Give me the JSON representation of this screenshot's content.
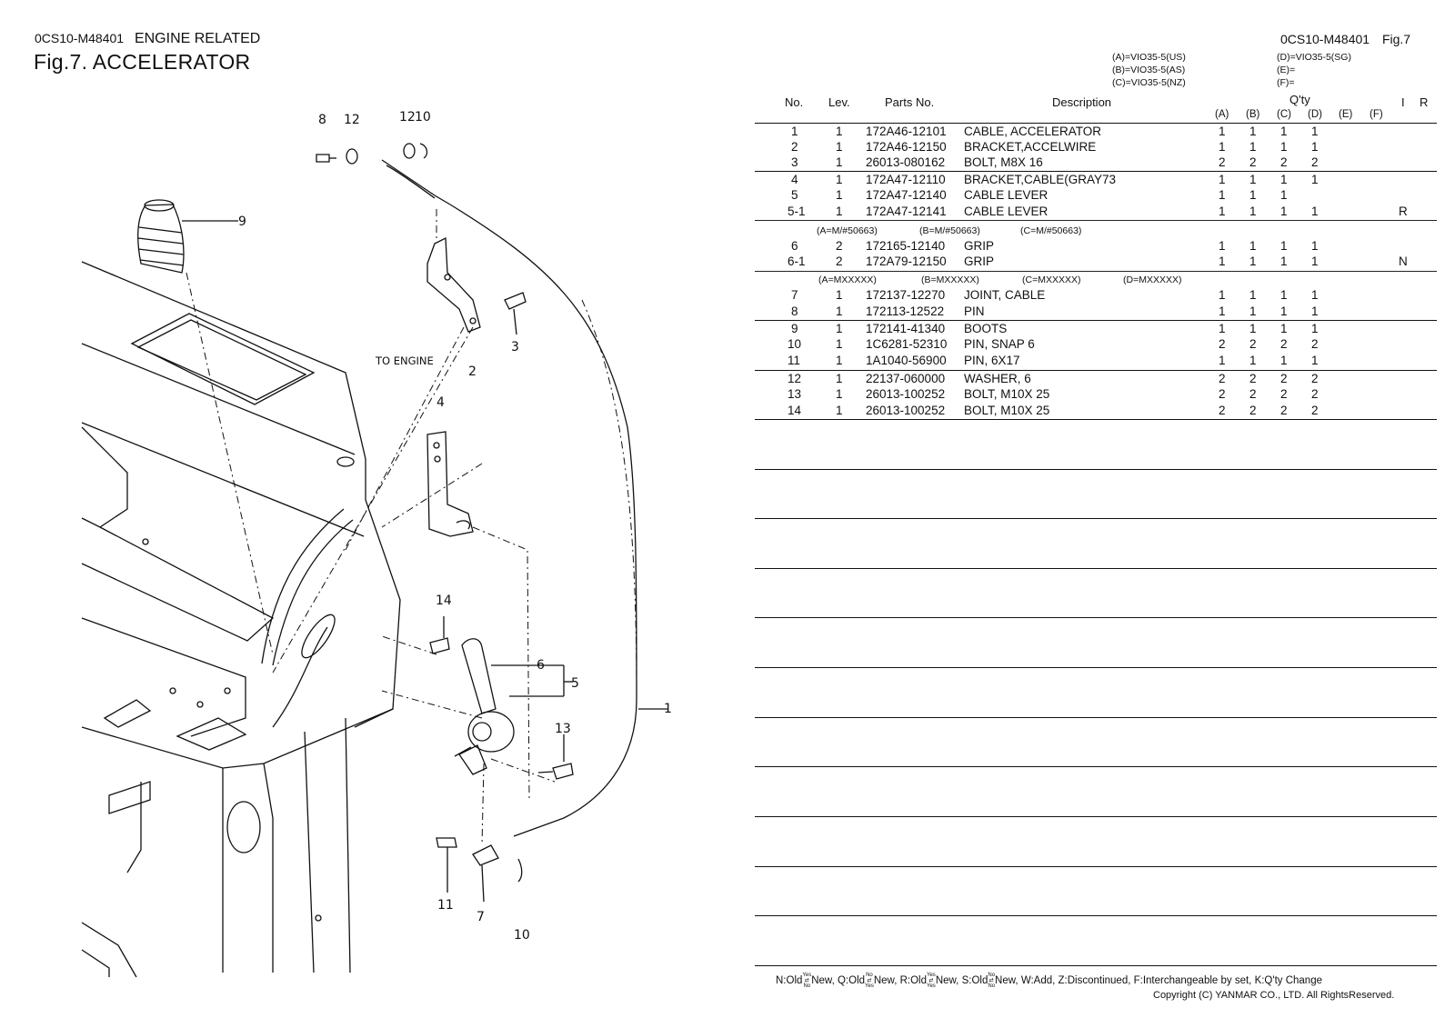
{
  "header": {
    "left_code": "0CS10-M48401",
    "left_section": "ENGINE RELATED",
    "figure_title": "Fig.7.  ACCELERATOR",
    "right_code": "0CS10-M48401",
    "right_fig": "Fig.7"
  },
  "models": [
    "(A)=VIO35-5(US)",
    "(B)=VIO35-5(AS)",
    "(C)=VIO35-5(NZ)",
    "(D)=VIO35-5(SG)",
    "(E)=",
    "(F)="
  ],
  "table": {
    "columns": {
      "no": "No.",
      "lev": "Lev.",
      "parts_no": "Parts No.",
      "description": "Description",
      "qty": "Q'ty",
      "i": "I",
      "r": "R"
    },
    "qty_columns": [
      "(A)",
      "(B)",
      "(C)",
      "(D)",
      "(E)",
      "(F)"
    ],
    "rows": [
      {
        "no": "1",
        "lev": "1",
        "part": "172A46-12101",
        "desc": "CABLE, ACCELERATOR",
        "q": [
          "1",
          "1",
          "1",
          "1"
        ],
        "r": ""
      },
      {
        "no": "2",
        "lev": "1",
        "part": "172A46-12150",
        "desc": "BRACKET,ACCELWIRE",
        "q": [
          "1",
          "1",
          "1",
          "1"
        ],
        "r": ""
      },
      {
        "no": "3",
        "lev": "1",
        "part": "26013-080162",
        "desc": "BOLT, M8X 16",
        "q": [
          "2",
          "2",
          "2",
          "2"
        ],
        "r": ""
      },
      {
        "no": "4",
        "lev": "1",
        "part": "172A47-12110",
        "desc": "BRACKET,CABLE(GRAY73",
        "q": [
          "1",
          "1",
          "1",
          "1"
        ],
        "r": ""
      },
      {
        "no": "5",
        "lev": "1",
        "part": "172A47-12140",
        "desc": "CABLE LEVER",
        "q": [
          "1",
          "1",
          "1",
          ""
        ],
        "r": ""
      },
      {
        "no": "5-1",
        "lev": "1",
        "part": "172A47-12141",
        "desc": "CABLE LEVER",
        "q": [
          "1",
          "1",
          "1",
          "1"
        ],
        "r": "R"
      },
      {
        "no": "6",
        "lev": "2",
        "part": "172165-12140",
        "desc": "GRIP",
        "q": [
          "1",
          "1",
          "1",
          "1"
        ],
        "r": ""
      },
      {
        "no": "6-1",
        "lev": "2",
        "part": "172A79-12150",
        "desc": "GRIP",
        "q": [
          "1",
          "1",
          "1",
          "1"
        ],
        "r": "N"
      },
      {
        "no": "7",
        "lev": "1",
        "part": "172137-12270",
        "desc": "JOINT, CABLE",
        "q": [
          "1",
          "1",
          "1",
          "1"
        ],
        "r": ""
      },
      {
        "no": "8",
        "lev": "1",
        "part": "172113-12522",
        "desc": "PIN",
        "q": [
          "1",
          "1",
          "1",
          "1"
        ],
        "r": ""
      },
      {
        "no": "9",
        "lev": "1",
        "part": "172141-41340",
        "desc": "BOOTS",
        "q": [
          "1",
          "1",
          "1",
          "1"
        ],
        "r": ""
      },
      {
        "no": "10",
        "lev": "1",
        "part": "1C6281-52310",
        "desc": "PIN, SNAP 6",
        "q": [
          "2",
          "2",
          "2",
          "2"
        ],
        "r": ""
      },
      {
        "no": "11",
        "lev": "1",
        "part": "1A1040-56900",
        "desc": "PIN, 6X17",
        "q": [
          "1",
          "1",
          "1",
          "1"
        ],
        "r": ""
      },
      {
        "no": "12",
        "lev": "1",
        "part": "22137-060000",
        "desc": "WASHER,  6",
        "q": [
          "2",
          "2",
          "2",
          "2"
        ],
        "r": ""
      },
      {
        "no": "13",
        "lev": "1",
        "part": "26013-100252",
        "desc": "BOLT, M10X 25",
        "q": [
          "2",
          "2",
          "2",
          "2"
        ],
        "r": ""
      },
      {
        "no": "14",
        "lev": "1",
        "part": "26013-100252",
        "desc": "BOLT, M10X 25",
        "q": [
          "2",
          "2",
          "2",
          "2"
        ],
        "r": ""
      }
    ],
    "condition_1": [
      "(A=M/#50663)",
      "(B=M/#50663)",
      "(C=M/#50663)"
    ],
    "condition_2": [
      "(A=MXXXXX)",
      "(B=MXXXXX)",
      "(C=MXXXXX)",
      "(D=MXXXXX)"
    ]
  },
  "diagram": {
    "callouts": [
      "8",
      "12",
      "12",
      "10",
      "9",
      "3",
      "2",
      "TO ENGINE",
      "4",
      "14",
      "6",
      "5",
      "1",
      "13",
      "11",
      "7",
      "10"
    ]
  },
  "footer": {
    "legend": {
      "n_old": "N:Old",
      "n_new": "New,",
      "q_old": "Q:Old",
      "q_new": "New,",
      "r_old": "R:Old",
      "r_new": "New,",
      "s_old": "S:Old",
      "s_new": "New,",
      "rest": "W:Add, Z:Discontinued, F:Interchangeable by set, K:Q'ty Change",
      "yes": "Yes",
      "no": "No"
    },
    "copyright": "Copyright (C)  YANMAR CO., LTD. All RightsReserved."
  }
}
